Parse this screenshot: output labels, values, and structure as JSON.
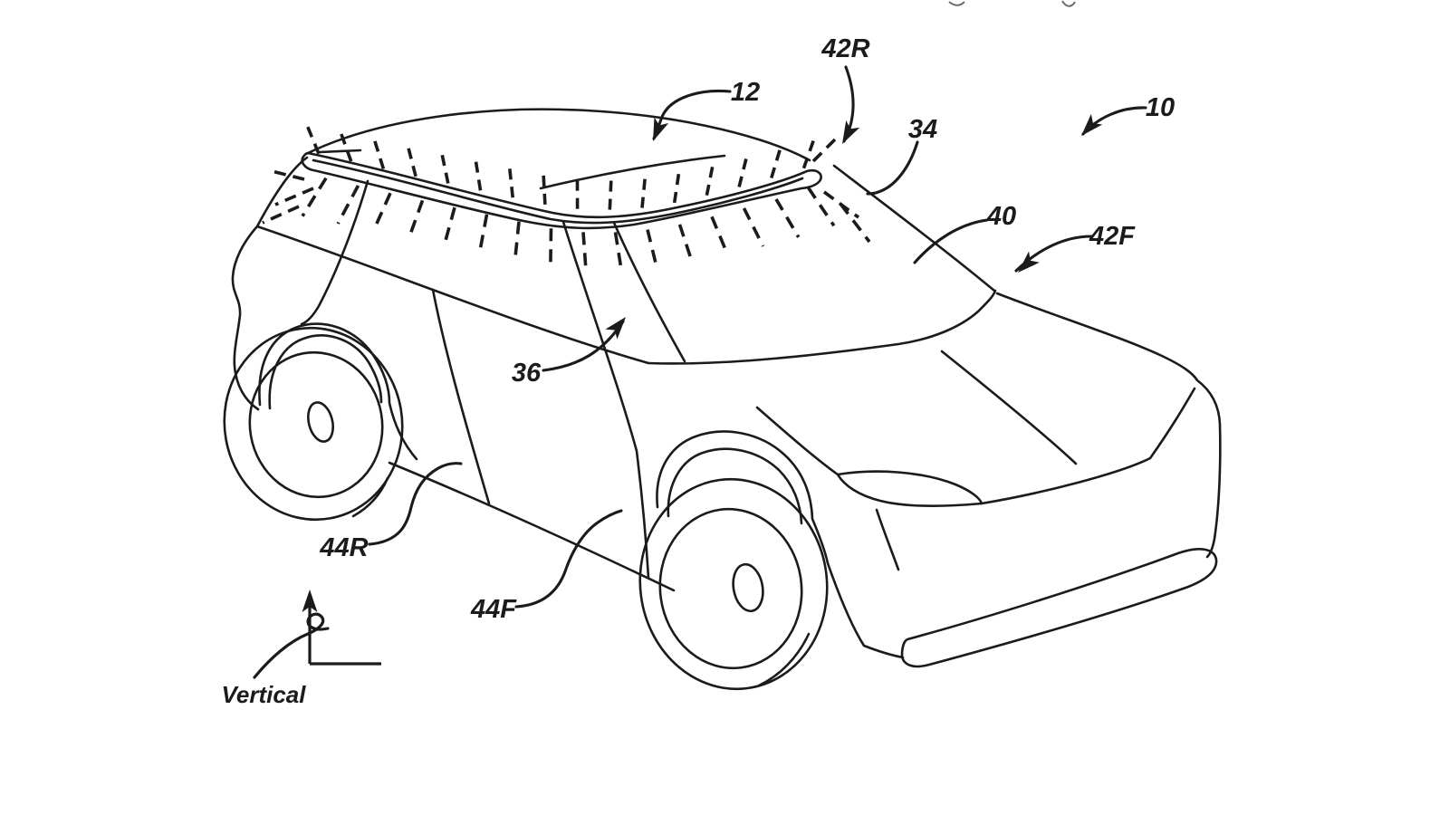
{
  "figure": {
    "background_color": "#ffffff",
    "line_color": "#1b1b1b",
    "description": "Patent-style line drawing of a sport-utility vehicle in three-quarter perspective with a roof lamp band and reference numerals"
  },
  "labels": {
    "ref_10": "10",
    "ref_12": "12",
    "ref_34": "34",
    "ref_36": "36",
    "ref_40": "40",
    "ref_42R": "42R",
    "ref_42F": "42F",
    "ref_44R": "44R",
    "ref_44F": "44F",
    "axis_vertical": "Vertical"
  }
}
